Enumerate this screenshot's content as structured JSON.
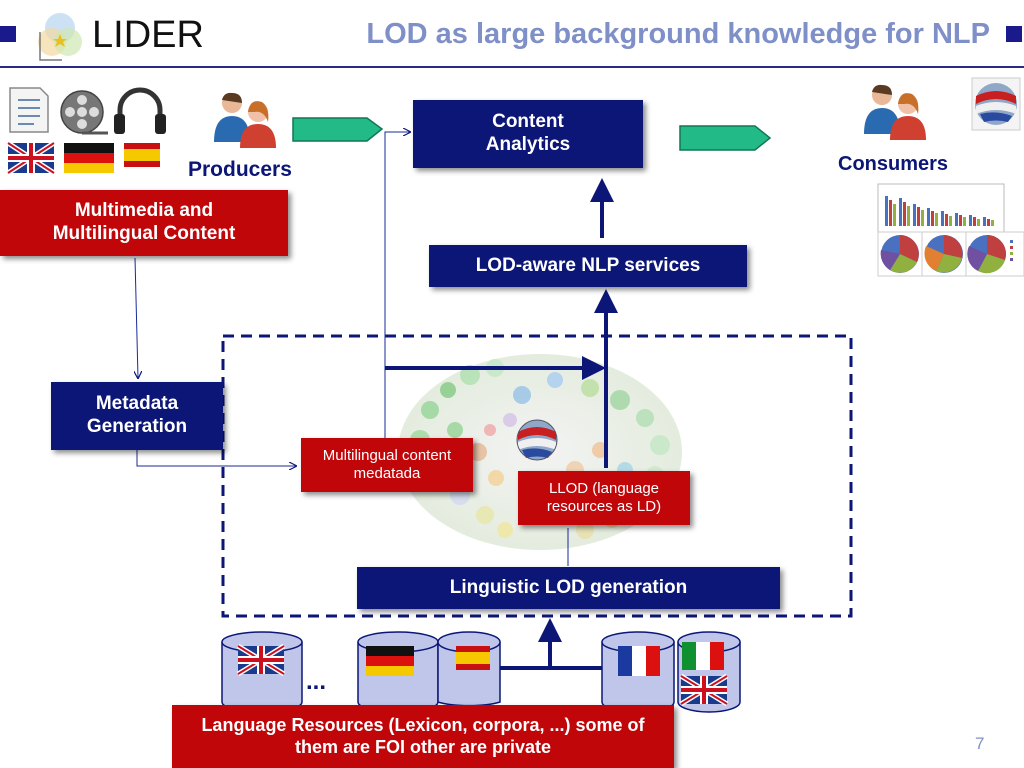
{
  "header": {
    "logo_text": "LIDER",
    "title": "LOD as large background knowledge for NLP"
  },
  "labels": {
    "producers": "Producers",
    "consumers": "Consumers",
    "ellipsis": "..."
  },
  "boxes": {
    "multimedia_content": "Multimedia and Multilingual Content",
    "content_analytics": "Content Analytics",
    "lod_nlp_services": "LOD-aware NLP services",
    "metadata_generation": "Metadata Generation",
    "multilingual_metadata": "Multilingual content medatada",
    "llod": "LLOD (language resources as LD)",
    "linguistic_lod_generation": "Linguistic LOD generation",
    "language_resources": "Language Resources (Lexicon, corpora, ...) some of them are FOI other are private"
  },
  "page_number": "7",
  "icons": {
    "producers": "people-icon",
    "consumers": "people-icon",
    "document": "document-icon",
    "film": "film-reel-icon",
    "audio": "headphones-icon",
    "globe": "flag-globe-icon"
  },
  "colors": {
    "accent_blue": "#0b1677",
    "accent_red": "#c1060a",
    "title": "#7f8fc8",
    "green_arrow": "#22bb88"
  }
}
